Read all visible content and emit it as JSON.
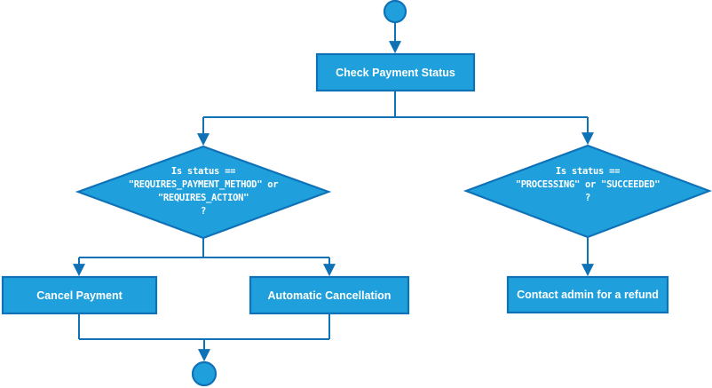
{
  "diagram": {
    "colors": {
      "node_fill": "#1FA0DC",
      "node_stroke": "#0F72B7",
      "label_text": "#FFFFFF"
    },
    "nodes": {
      "check_payment_status": {
        "label": "Check Payment Status"
      },
      "decision_requires": {
        "lines": [
          "Is status ==",
          "\"REQUIRES_PAYMENT_METHOD\" or",
          "\"REQUIRES_ACTION\"",
          "?"
        ]
      },
      "decision_processing": {
        "lines": [
          "Is status ==",
          "\"PROCESSING\" or \"SUCCEEDED\"",
          "?"
        ]
      },
      "cancel_payment": {
        "label": "Cancel Payment"
      },
      "automatic_cancellation": {
        "label": "Automatic Cancellation"
      },
      "contact_admin": {
        "label": "Contact admin for a refund"
      }
    }
  }
}
